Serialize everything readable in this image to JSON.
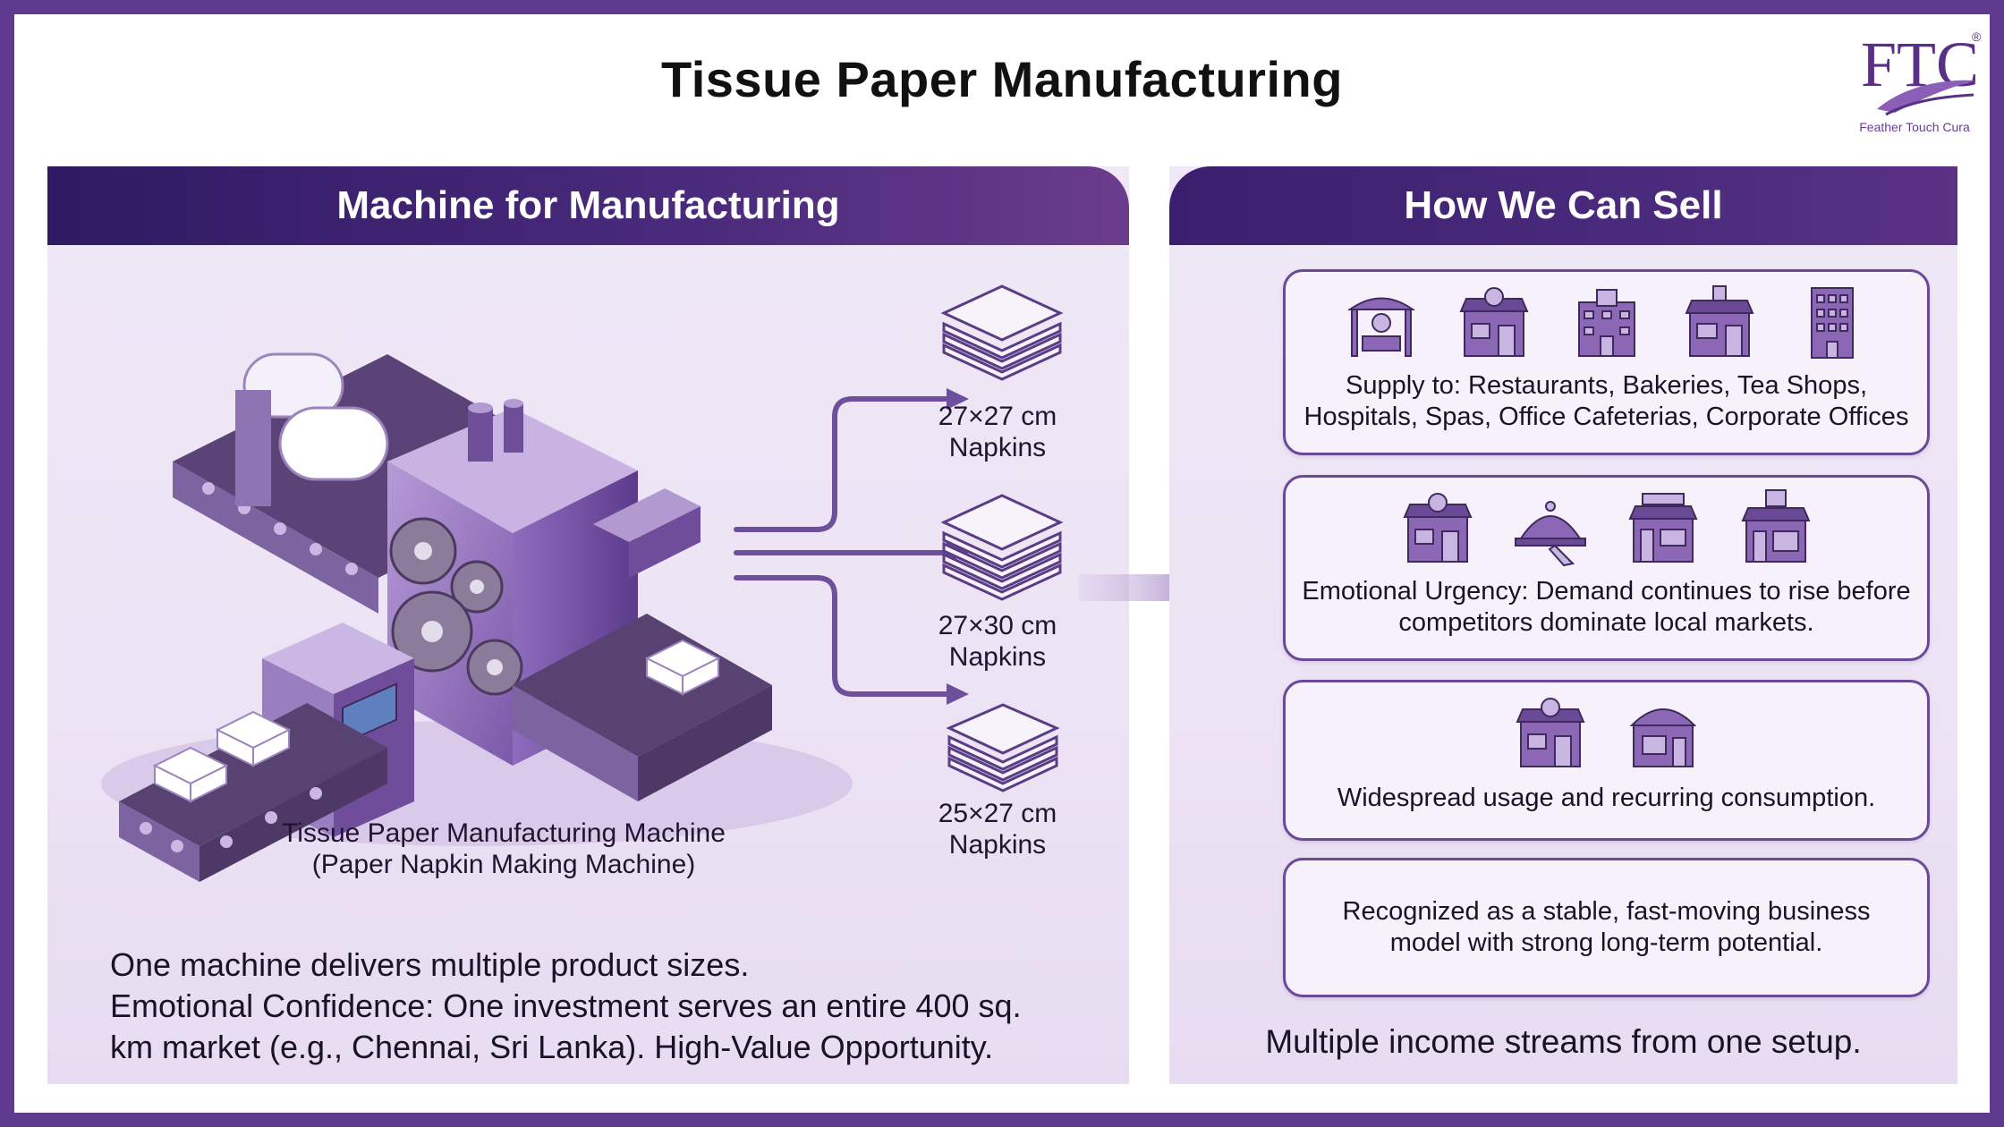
{
  "page": {
    "title": "Tissue Paper Manufacturing"
  },
  "logo": {
    "letters": "FTC",
    "tagline": "Feather Touch Cura",
    "registered": "®"
  },
  "left_panel": {
    "heading": "Machine for Manufacturing",
    "machine_caption_line1": "Tissue Paper Manufacturing Machine",
    "machine_caption_line2": "(Paper Napkin Making Machine)",
    "napkins": [
      {
        "size": "27×27 cm",
        "label": "Napkins"
      },
      {
        "size": "27×30 cm",
        "label": "Napkins"
      },
      {
        "size": "25×27 cm",
        "label": "Napkins"
      }
    ],
    "bottom_line1": "One machine delivers multiple product sizes.",
    "bottom_line2": "Emotional Confidence: One investment serves an entire 400 sq.",
    "bottom_line3": "km market (e.g., Chennai, Sri Lanka). High-Value Opportunity."
  },
  "right_panel": {
    "heading": "How We Can Sell",
    "cards": [
      {
        "icons": [
          "spa-icon",
          "restaurant-icon",
          "hospital-icon",
          "clinic-icon",
          "office-building-icon"
        ],
        "line1": "Supply to: Restaurants, Bakeries, Tea Shops,",
        "line2": "Hospitals, Spas, Office Cafeterias, Corporate Offices"
      },
      {
        "icons": [
          "restaurant-icon",
          "cloche-icon",
          "storefront-icon",
          "shop-icon"
        ],
        "line1": "Emotional Urgency: Demand continues to rise before",
        "line2": "competitors dominate local markets."
      },
      {
        "icons": [
          "restaurant-icon",
          "bakery-icon"
        ],
        "line1": "Widespread usage and recurring consumption."
      },
      {
        "line1": "Recognized as a stable, fast-moving business",
        "line2": "model with strong long-term potential."
      }
    ],
    "footer": "Multiple income streams from one setup."
  },
  "colors": {
    "frame": "#5f3a8f",
    "header": "#2f1a63",
    "accent": "#6a4a97",
    "panel_bg": "#ece3f4"
  }
}
